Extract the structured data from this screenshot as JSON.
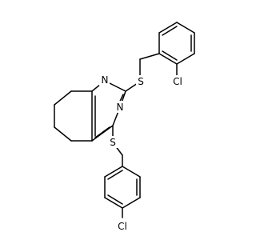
{
  "molecule": {
    "atom_labels": {
      "n_top": "N",
      "n_bottom": "N",
      "s_upper": "S",
      "s_lower": "S",
      "cl_upper": "Cl",
      "cl_lower": "Cl"
    }
  }
}
